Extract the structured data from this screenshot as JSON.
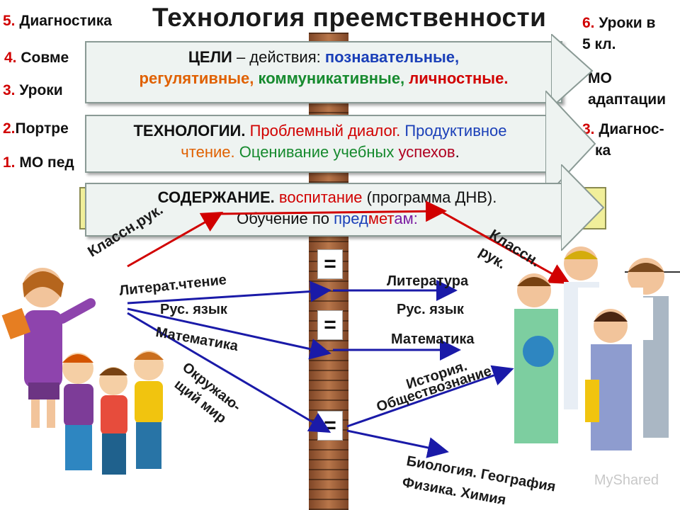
{
  "title": "Технология преемственности",
  "left_items": [
    {
      "num": "5.",
      "text": "Диагностика"
    },
    {
      "num": "4.",
      "text": "Совме"
    },
    {
      "num": "3.",
      "text": "Уроки"
    },
    {
      "num": "2.",
      "text": "Портре"
    },
    {
      "num": "1.",
      "text": "МО пед"
    }
  ],
  "right_items": [
    {
      "num": "6.",
      "text": "Уроки в",
      "line2": "5 кл."
    },
    {
      "num": "",
      "text": "МО",
      "line2": "адаптации"
    },
    {
      "num": "3.",
      "text": "Диагнос-",
      "line2": "ка"
    }
  ],
  "goals_box": {
    "head": "ЦЕЛИ",
    "dash": " – действия: ",
    "cognitive": "познавательные,",
    "regulatory": "регулятивные,",
    "communicative": "коммуникативные,",
    "personal": "личностные."
  },
  "tech_box": {
    "head": "ТЕХНОЛОГИИ.",
    "problem": "Проблемный диалог.",
    "productive": "Продуктивное",
    "reading": "чтение.",
    "assessment": "Оценивание учебных",
    "success": "успехов",
    "dot": "."
  },
  "content_box": {
    "head": "СОДЕРЖАНИЕ.",
    "upbringing": "воспитание",
    "program": "(программа ДНВ).",
    "learning": "Обучение по",
    "pred": "пред",
    "met": "мет",
    "am": "ам:"
  },
  "labels": {
    "class_left": "Классн.рук.",
    "class_right": "Классн. рук.",
    "eq": "="
  },
  "left_subjects": [
    "Литерат.чтение",
    "Рус. язык",
    "Математика",
    "Окружаю-",
    "щий мир"
  ],
  "right_subjects": [
    "Литература",
    "Рус. язык",
    "Математика",
    "История.",
    "Обществознание",
    "Биология. География",
    "Физика. Химия"
  ],
  "watermark": "MyShared",
  "colors": {
    "arrow_blue": "#1a1aa8",
    "arrow_red": "#d10000",
    "box_fill": "#eef3f1"
  }
}
